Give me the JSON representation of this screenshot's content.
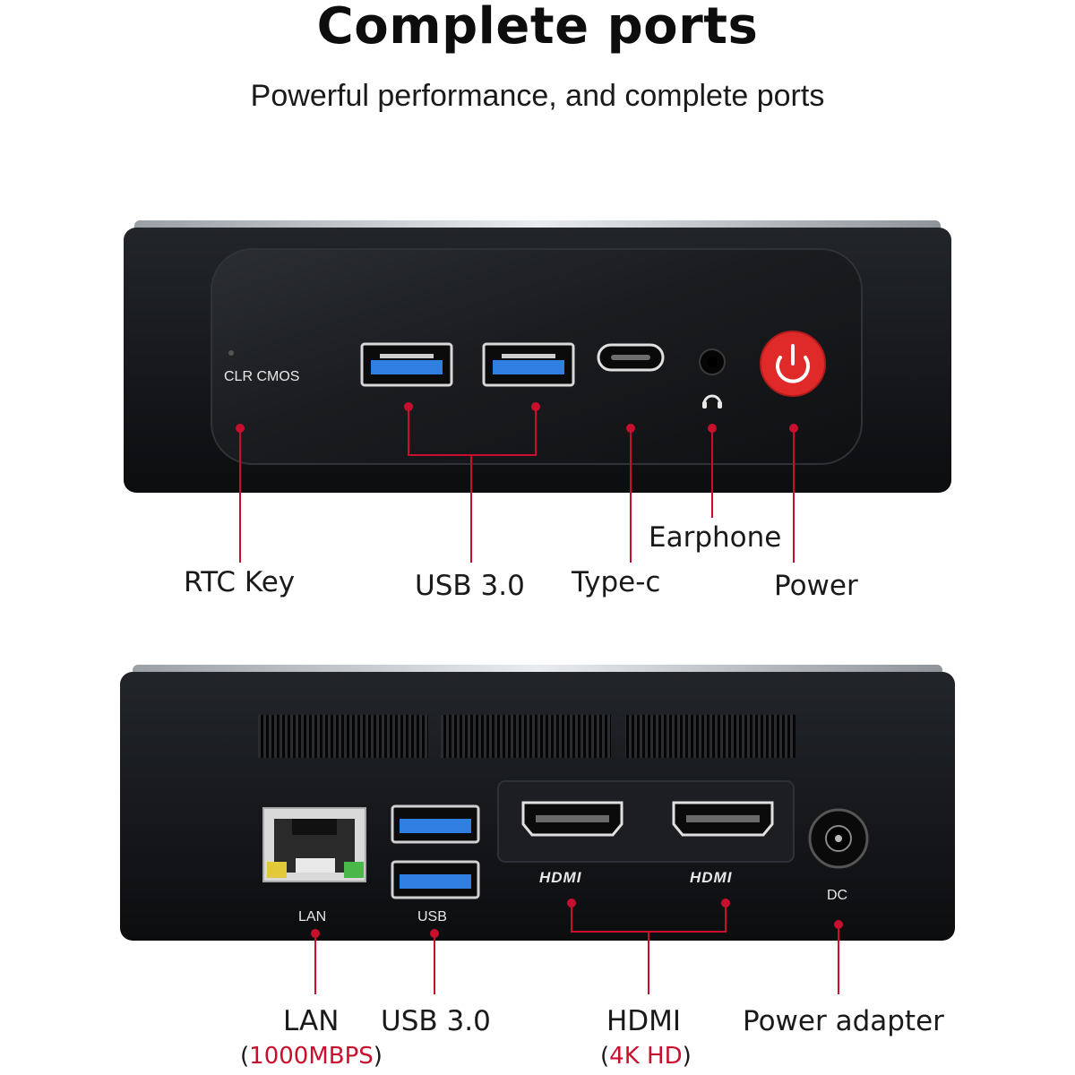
{
  "header": {
    "title": "Complete ports",
    "subtitle": "Powerful performance, and complete ports"
  },
  "front_panel": {
    "clr_cmos": "CLR CMOS",
    "labels": {
      "rtc_key": "RTC Key",
      "usb": "USB 3.0",
      "type_c": "Type-c",
      "earphone": "Earphone",
      "power": "Power"
    }
  },
  "rear_panel": {
    "port_text": {
      "lan": "LAN",
      "usb": "USB",
      "hdmi_1": "HDMI",
      "hdmi_2": "HDMI",
      "dc": "DC"
    },
    "labels": {
      "lan": "LAN",
      "lan_open": "(",
      "lan_speed": "1000MBPS",
      "lan_close": ")",
      "usb": "USB 3.0",
      "hdmi": "HDMI",
      "hdmi_open": "(",
      "hdmi_res": "4K HD",
      "hdmi_close": ")",
      "power_adapter": "Power adapter"
    }
  },
  "colors": {
    "accent_red": "#c8102e",
    "usb_blue": "#2f7fe0",
    "power_button": "#e02a2a",
    "device_body": "#15171a"
  }
}
